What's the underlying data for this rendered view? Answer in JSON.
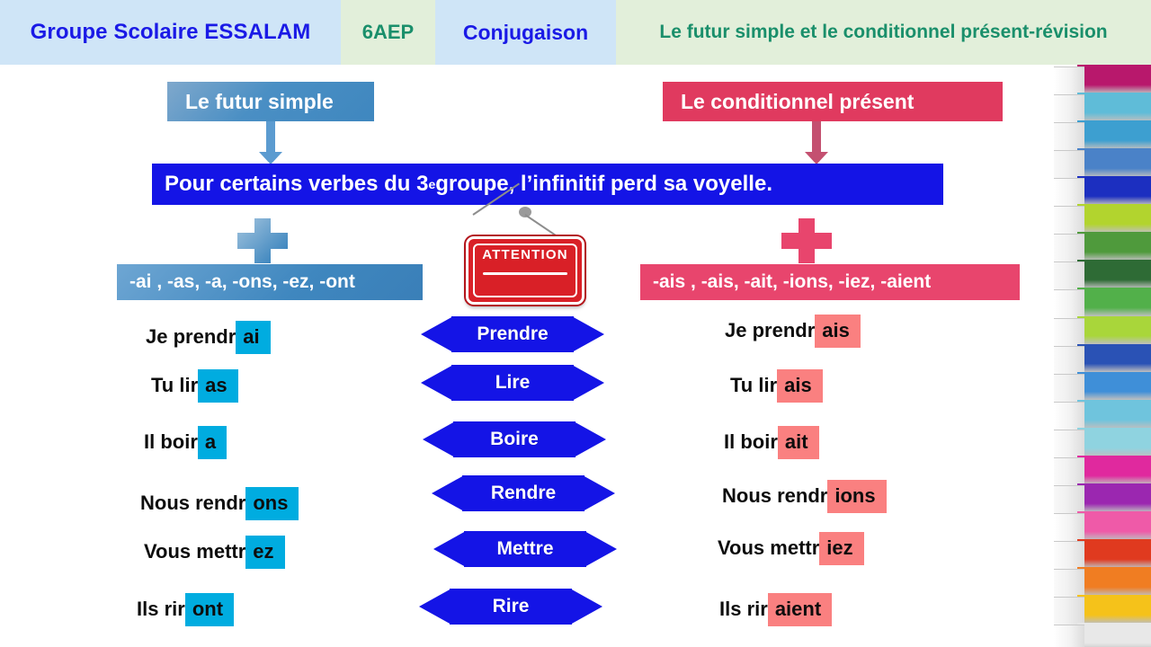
{
  "header": {
    "school": "Groupe Scolaire ESSALAM",
    "level": "6AEP",
    "subject": "Conjugaison",
    "title": "Le futur simple et le conditionnel présent-révision"
  },
  "colors": {
    "header_blue": "#cfe5f7",
    "header_green": "#e2efda",
    "school_text": "#1a1ae6",
    "level_text": "#1a8f6b",
    "banner_blue": "#1414e6",
    "futur_blue": "#3f87bf",
    "conditionnel_pink": "#e03a5f",
    "highlight_cyan": "#00ace0",
    "highlight_pink": "#fa8080"
  },
  "left_panel": {
    "chip_label": "Le futur simple",
    "endings": "-ai ,  -as, -a, -ons, -ez, -ont",
    "plus_symbol": "+",
    "rows": [
      {
        "subject": "Je prendr",
        "ending": "ai"
      },
      {
        "subject": "Tu  lir",
        "ending": "as"
      },
      {
        "subject": "Il  boir",
        "ending": "a"
      },
      {
        "subject": "Nous  rendr",
        "ending": "ons"
      },
      {
        "subject": "Vous  mettr",
        "ending": "ez"
      },
      {
        "subject": "Ils  rir",
        "ending": "ont"
      }
    ]
  },
  "right_panel": {
    "chip_label": "Le conditionnel présent",
    "endings": "-ais ,  -ais, -ait, -ions, -iez, -aient",
    "plus_symbol": "+",
    "rows": [
      {
        "subject": "Je prendr",
        "ending": "ais"
      },
      {
        "subject": "Tu  lir",
        "ending": "ais"
      },
      {
        "subject": "Il  boir",
        "ending": "ait"
      },
      {
        "subject": "Nous  rendr",
        "ending": "ions"
      },
      {
        "subject": "Vous  mettr",
        "ending": "iez"
      },
      {
        "subject": "Ils rir",
        "ending": "aient"
      }
    ]
  },
  "banner": {
    "text_before": "Pour certains verbes du 3",
    "superscript": "e",
    "text_after": " groupe, l’infinitif perd sa voyelle."
  },
  "attention": {
    "label": "ATTENTION"
  },
  "verbs": [
    {
      "label": "Prendre"
    },
    {
      "label": "Lire"
    },
    {
      "label": "Boire"
    },
    {
      "label": "Rendre"
    },
    {
      "label": "Mettre"
    },
    {
      "label": "Rire"
    }
  ],
  "books": {
    "colors": [
      "#b8186c",
      "#5fbcd8",
      "#3d9fd0",
      "#4a82c8",
      "#1c2fc0",
      "#b2d42e",
      "#4f9a3c",
      "#2e6b35",
      "#52b04a",
      "#a9d63a",
      "#2a52b5",
      "#3f8fd8",
      "#6fc4dd",
      "#8fd3e0",
      "#e0299e",
      "#9b27b0",
      "#ef5aa8",
      "#e03a1f",
      "#f07d22",
      "#f5c21a",
      "#e8e8e8"
    ]
  }
}
